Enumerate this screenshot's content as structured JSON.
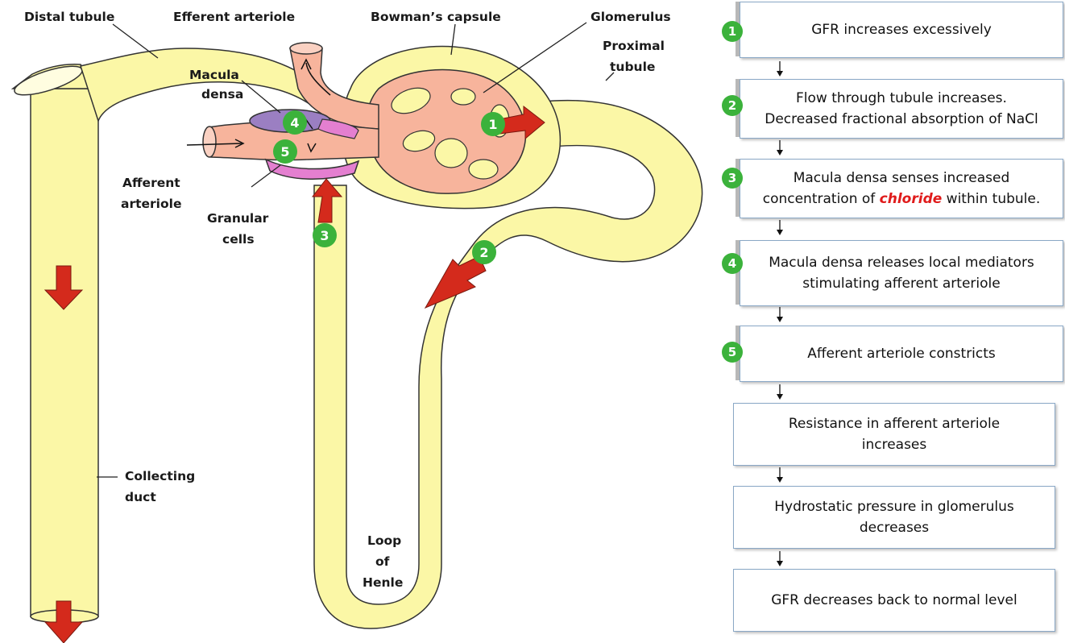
{
  "labels": {
    "distal_tubule": "Distal tubule",
    "efferent_arteriole": "Efferent arteriole",
    "bowmans_capsule": "Bowman’s capsule",
    "glomerulus": "Glomerulus",
    "proximal_tubule_1": "Proximal",
    "proximal_tubule_2": "tubule",
    "macula_densa_1": "Macula",
    "macula_densa_2": "densa",
    "afferent_arteriole_1": "Afferent",
    "afferent_arteriole_2": "arteriole",
    "granular_cells_1": "Granular",
    "granular_cells_2": "cells",
    "collecting_duct_1": "Collecting",
    "collecting_duct_2": "duct",
    "loop_henle_1": "Loop",
    "loop_henle_2": "of",
    "loop_henle_3": "Henle"
  },
  "badges": [
    "1",
    "2",
    "3",
    "4",
    "5"
  ],
  "flow": {
    "step1": "GFR increases excessively",
    "step2_line1": "Flow through tubule increases.",
    "step2_line2": "Decreased fractional absorption of NaCl",
    "step3_line1": "Macula densa senses increased",
    "step3_line2_a": "concentration of ",
    "step3_line2_b": "chloride",
    "step3_line2_c": " within tubule.",
    "step4_line1": "Macula densa releases local mediators",
    "step4_line2": "stimulating afferent arteriole",
    "step5": "Afferent arteriole constricts",
    "step6_line1": "Resistance in afferent arteriole",
    "step6_line2": "increases",
    "step7_line1": "Hydrostatic pressure in glomerulus",
    "step7_line2": "decreases",
    "step8": "GFR decreases back to normal level"
  },
  "colors": {
    "tubule": "#fbf7a6",
    "glomerulus": "#f7b49c",
    "macula": "#9b7fc2",
    "granular": "#e47fd0",
    "arrow": "#d42a1c",
    "badge": "#3bb23b"
  }
}
